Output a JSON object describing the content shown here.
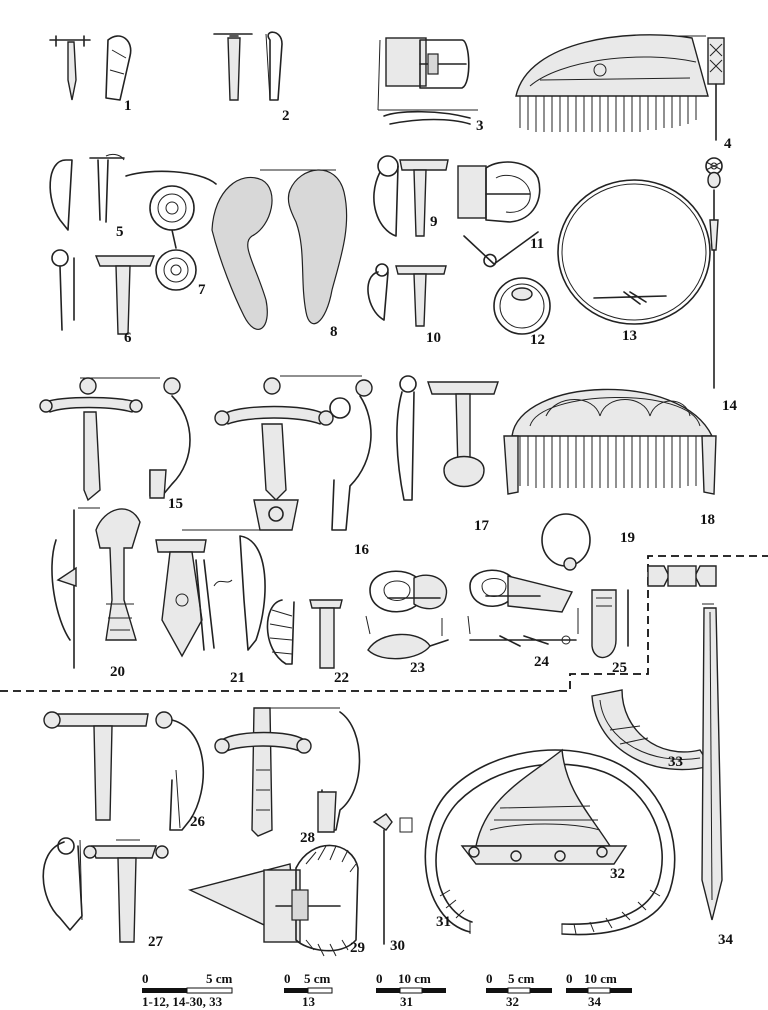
{
  "figure_numbers": [
    "1",
    "2",
    "3",
    "4",
    "5",
    "6",
    "7",
    "8",
    "9",
    "10",
    "11",
    "12",
    "13",
    "14",
    "15",
    "16",
    "17",
    "18",
    "19",
    "20",
    "21",
    "22",
    "23",
    "24",
    "25",
    "26",
    "27",
    "28",
    "29",
    "30",
    "31",
    "32",
    "33",
    "34"
  ],
  "scale_bars": [
    {
      "zero": "0",
      "end": "5 cm",
      "applies_to": "1-12, 14-30, 33"
    },
    {
      "zero": "0",
      "end": "5 cm",
      "applies_to": "13"
    },
    {
      "zero": "0",
      "end": "10 cm",
      "applies_to": "31"
    },
    {
      "zero": "0",
      "end": "5 cm",
      "applies_to": "32"
    },
    {
      "zero": "0",
      "end": "10 cm",
      "applies_to": "34"
    }
  ],
  "colors": {
    "ink": "#222222",
    "background": "#ffffff",
    "shading": "#e9e9e9"
  }
}
